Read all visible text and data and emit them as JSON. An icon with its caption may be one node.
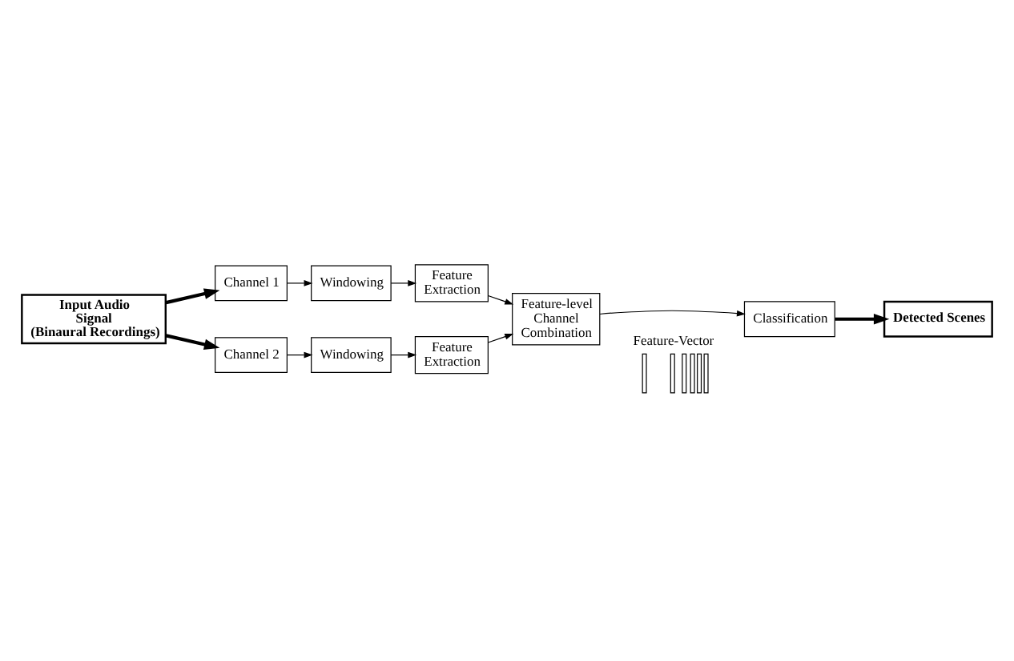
{
  "diagram": {
    "nodes": [
      {
        "text": [
          "Input Audio Signal (Binaural Recordings)"
        ]
      },
      {
        "text": [
          "Channel 1"
        ]
      },
      {
        "text": [
          "Windowing"
        ]
      },
      {
        "text": [
          "Feature Extraction"
        ]
      },
      {
        "text": [
          "Channel 2"
        ]
      },
      {
        "text": [
          "Windowing"
        ]
      },
      {
        "text": [
          "Feature Extraction"
        ]
      },
      {
        "text": [
          "Feature-level Channel Combination"
        ]
      },
      {
        "text": [
          "Classification"
        ]
      },
      {
        "text": [
          "Detected Scenes"
        ]
      }
    ],
    "edges": [
      {
        "from": 0,
        "to": 1,
        "arrow": "to",
        "style": "thick"
      },
      {
        "from": 0,
        "to": 4,
        "arrow": "to",
        "style": "thick"
      },
      {
        "from": 1,
        "to": 2,
        "arrow": "to"
      },
      {
        "from": 2,
        "to": 3,
        "arrow": "to"
      },
      {
        "from": 4,
        "to": 5,
        "arrow": "to"
      },
      {
        "from": 5,
        "to": 6,
        "arrow": "to"
      },
      {
        "from": 3,
        "to": 7,
        "arrow": "to"
      },
      {
        "from": 6,
        "to": 7,
        "arrow": "to"
      },
      {
        "from": 7,
        "to": 8,
        "arrow": "to"
      },
      {
        "from": 8,
        "to": 9,
        "arrow": "to",
        "style": "thick"
      }
    ],
    "labels": [
      "Feature-Vector"
    ]
  }
}
